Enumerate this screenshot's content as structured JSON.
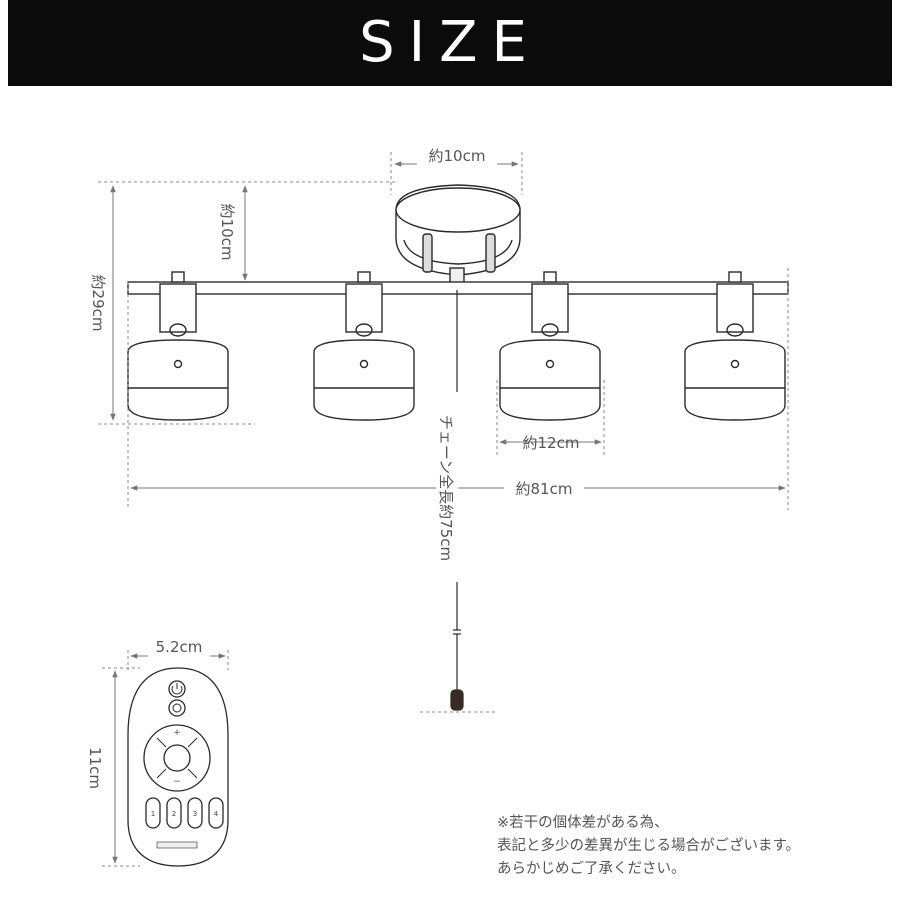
{
  "header": {
    "title": "SIZE"
  },
  "dimensions": {
    "base_width": "約10cm",
    "base_height": "約10cm",
    "total_height": "約29cm",
    "shade_width": "約12cm",
    "total_width": "約81cm",
    "chain_length": "チェーン全長約75cm"
  },
  "remote": {
    "width": "5.2cm",
    "height": "11cm",
    "buttons": [
      "1",
      "2",
      "3",
      "4"
    ]
  },
  "note": {
    "lines": [
      "※若干の個体差がある為、",
      "表記と多少の差異が生じる場合がございます。",
      "あらかじめご了承ください。"
    ]
  },
  "colors": {
    "banner": "#0b0b0b",
    "line": "#2a2a2a",
    "dim": "#888888"
  }
}
